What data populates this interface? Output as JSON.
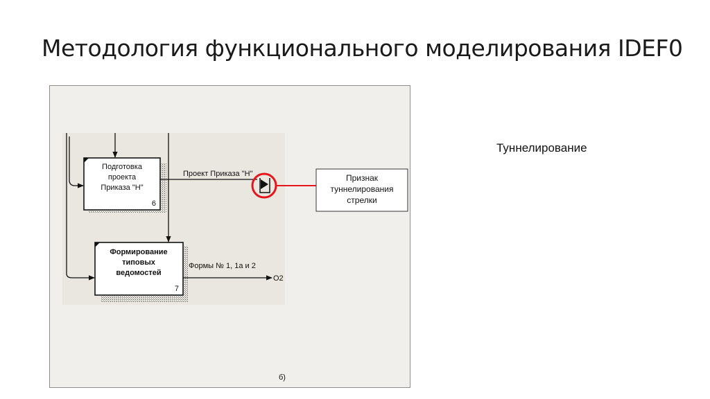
{
  "slide": {
    "title": "Методология функционального моделирования IDEF0",
    "side_note": "Туннелирование"
  },
  "diagram": {
    "box6": {
      "lines": [
        "Подготовка",
        "проекта",
        "Приказа \"Н\""
      ],
      "number": "6"
    },
    "box7": {
      "lines": [
        "Формирование",
        "типовых",
        "ведомостей"
      ],
      "number": "7"
    },
    "arrow_label_project": "Проект Приказа \"Н\"",
    "arrow_label_forms": "Формы № 1, 1а и 2",
    "output_label": "O2",
    "callout": {
      "lines": [
        "Признак",
        "туннелирования",
        "стрелки"
      ]
    },
    "caption": "б)",
    "colors": {
      "highlight": "#e8141b",
      "canvas": "#e9e7df",
      "frame": "#f0efec"
    }
  }
}
